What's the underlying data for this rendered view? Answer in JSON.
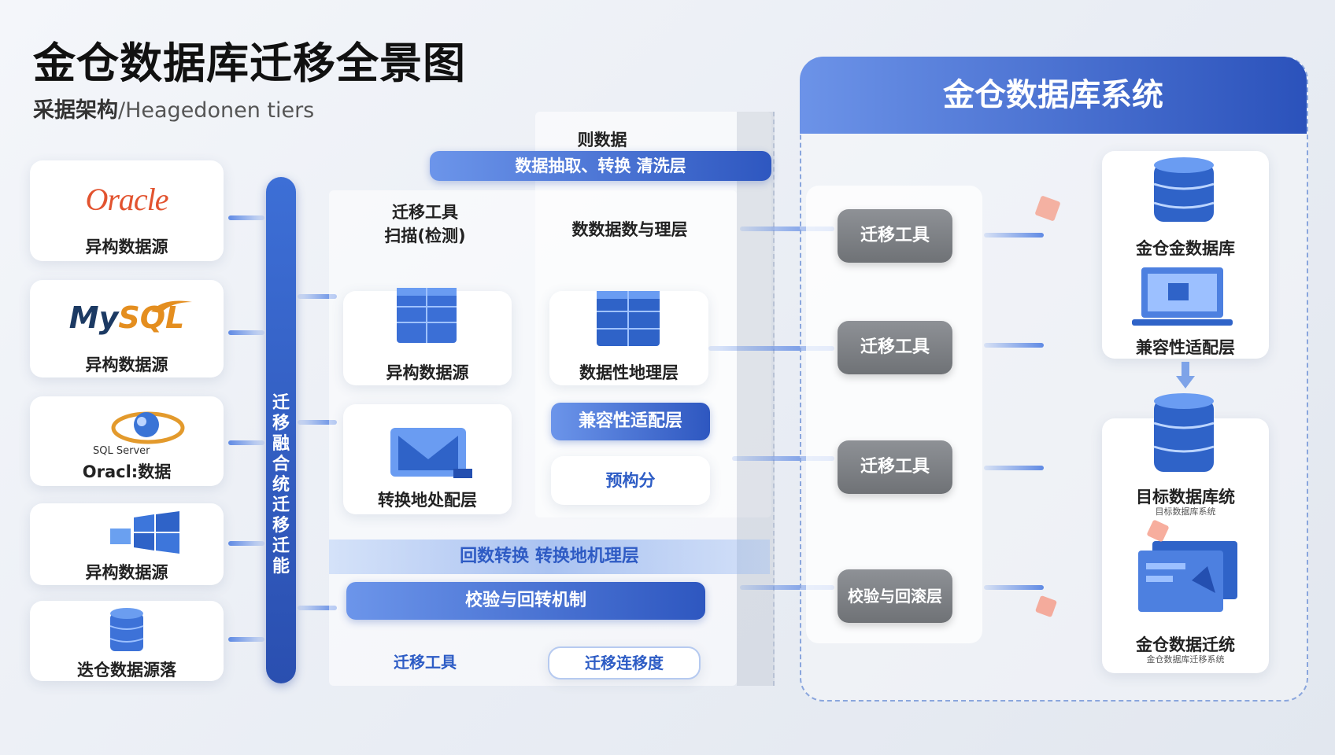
{
  "header": {
    "title": "金仓数据库迁移全景图",
    "subtitle_bold": "采据架构",
    "subtitle_rest": "/Heagedonen tiers"
  },
  "sources": [
    {
      "logo": "Oracle",
      "label": "异构数据源",
      "icon": "oracle-logo"
    },
    {
      "logo": "MySQL",
      "label": "异构数据源",
      "icon": "mysql-logo"
    },
    {
      "logo": "SQL Server",
      "label": "Oracl:数据",
      "icon": "sql-server-logo"
    },
    {
      "logo": "",
      "label": "异构数据源",
      "icon": "windows-logo"
    },
    {
      "logo": "",
      "label": "迭仓数据源落",
      "icon": "database-icon"
    }
  ],
  "vertical_bar": {
    "text": "迁移 融合 统 迁移 迁 能"
  },
  "middle": {
    "top_label": "则数据",
    "etl_bar": "数据抽取、转换 清洗层",
    "tool_title_1": "迁移工具",
    "tool_title_2": "扫描(检测)",
    "process_title": "数数据数与理层",
    "card_hetero": "异构数据源",
    "card_process": "数据性地理层",
    "card_adapt_bottom": "转换地处配层",
    "compat_bar": "兼容性适配层",
    "compat_sub": "预构分",
    "wide_bar": "回数转换  转换地机理层",
    "verify_bar": "校验与回转机制",
    "bottom_left": "迁移工具",
    "bottom_right": "迁移连移度"
  },
  "system": {
    "title": "金仓数据库系统",
    "tools": [
      "迁移工具",
      "迁移工具",
      "迁移工具",
      "校验与回滚层"
    ],
    "nodes": [
      {
        "label": "金仓金数据库",
        "icon": "database-stack-icon"
      },
      {
        "label": "兼容性适配层",
        "icon": "laptop-icon"
      },
      {
        "label": "目标数据库统",
        "sub": "目标数据库系统",
        "icon": "database-stack-icon"
      },
      {
        "label": "金仓数据迁统",
        "sub": "金仓数据库迁移系统",
        "icon": "monitor-icon"
      }
    ]
  },
  "colors": {
    "accent": "#2e57c0",
    "accent_light": "#6c95ea",
    "gray": "#7d8085",
    "oracle": "#e2532f"
  }
}
